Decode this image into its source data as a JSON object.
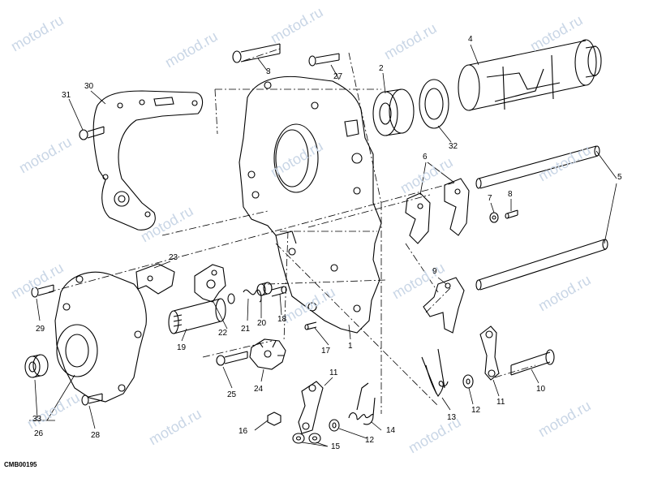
{
  "diagram_code": "CMB00195",
  "watermark": "motod.ru",
  "part_labels": [
    "1",
    "2",
    "3",
    "4",
    "5",
    "6",
    "7",
    "8",
    "9",
    "10",
    "11",
    "11",
    "11",
    "12",
    "12",
    "13",
    "14",
    "15",
    "16",
    "17",
    "18",
    "19",
    "20",
    "21",
    "22",
    "23",
    "24",
    "25",
    "26",
    "27",
    "28",
    "29",
    "30",
    "31",
    "32",
    "33"
  ]
}
